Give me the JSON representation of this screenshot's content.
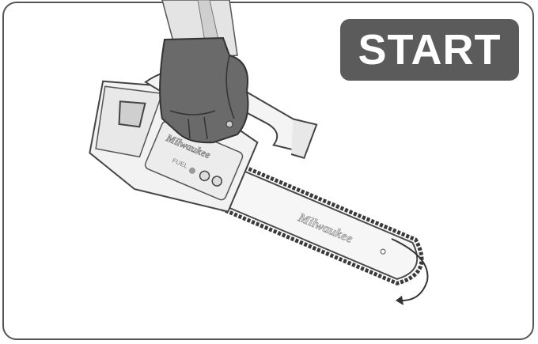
{
  "badge": {
    "label": "START"
  },
  "illustration": {
    "brand_text": "Milwaukee",
    "fuel_text": "FUEL",
    "colors": {
      "glove": "#6a6a6a",
      "line": "#4a4a4a",
      "chain": "#3a3a3a",
      "frame": "#555555"
    }
  }
}
